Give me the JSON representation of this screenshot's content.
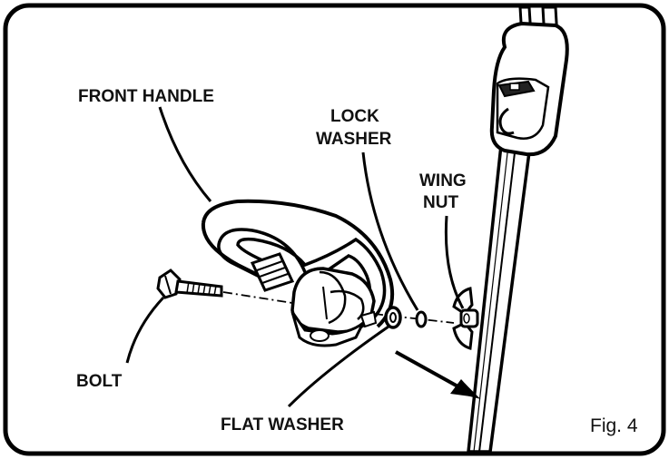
{
  "labels": {
    "front_handle": "FRONT HANDLE",
    "lock_washer_line1": "LOCK",
    "lock_washer_line2": "WASHER",
    "wing_nut_line1": "WING",
    "wing_nut_line2": "NUT",
    "bolt": "BOLT",
    "flat_washer": "FLAT WASHER"
  },
  "figure_number": "Fig. 4"
}
